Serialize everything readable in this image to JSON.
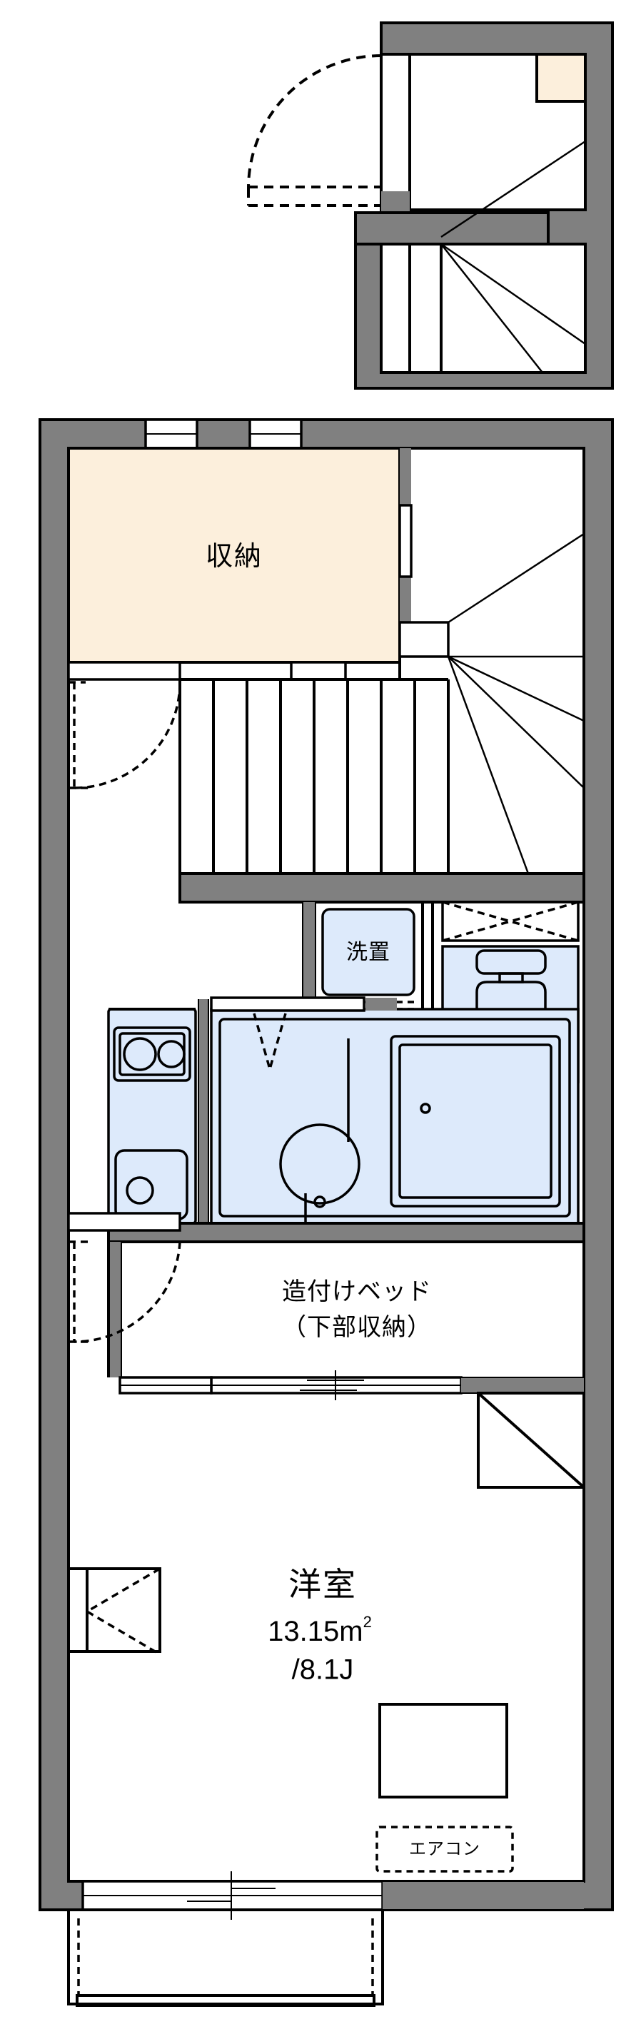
{
  "document": {
    "type": "floor-plan",
    "title": "間取図",
    "language": "ja"
  },
  "labels": {
    "storage": "収納",
    "washer_place": "洗置",
    "builtin_bed_line1": "造付けベッド",
    "builtin_bed_line2": "（下部収納）",
    "room_name": "洋室",
    "room_area_metric": "13.15m",
    "room_area_sup": "2",
    "room_area_tatami": "/8.1J",
    "air_conditioner": "エアコン"
  },
  "rooms": [
    {
      "id": "yoshitsu",
      "name": "洋室",
      "name_en": "Western-style room",
      "area_sqm": 13.15,
      "area_tatami": 8.1,
      "area_text": "13.15m² /8.1J"
    },
    {
      "id": "shuno-upper",
      "name": "収納",
      "name_en": "Storage / closet"
    },
    {
      "id": "senchi",
      "name": "洗置",
      "name_en": "Washing machine space"
    },
    {
      "id": "toilet",
      "name_en": "Toilet"
    },
    {
      "id": "unit-bath",
      "name_en": "Unit bath"
    },
    {
      "id": "kitchen",
      "name_en": "Kitchen"
    },
    {
      "id": "builtin-bed",
      "name": "造付けベッド（下部収納）",
      "name_en": "Built-in bed (storage below)"
    }
  ],
  "fixtures": [
    {
      "id": "stove",
      "name_en": "two-burner stove",
      "burners": 2
    },
    {
      "id": "kitchen-sink",
      "name_en": "kitchen sink"
    },
    {
      "id": "bathtub",
      "name_en": "bathtub"
    },
    {
      "id": "wash-basin",
      "name_en": "wash basin"
    },
    {
      "id": "toilet-bowl",
      "name_en": "western toilet"
    },
    {
      "id": "staircase-lower",
      "name_en": "winder staircase (1F to 2F)"
    },
    {
      "id": "staircase-upper",
      "name_en": "winder staircase (2F landing)"
    },
    {
      "id": "entrance-door",
      "name_en": "entrance door with swing"
    },
    {
      "id": "balcony-window",
      "name_en": "sliding balcony window"
    },
    {
      "id": "aircon",
      "name": "エアコン",
      "name_en": "air conditioner"
    }
  ],
  "colors": {
    "wall": "#808080",
    "outline": "#000000",
    "storage_fill": "#fcefdc",
    "fixture_fill": "#ddeafb",
    "background": "#ffffff"
  },
  "floors": [
    {
      "id": "upper",
      "name_en": "Upper landing / 2F entry"
    },
    {
      "id": "main",
      "name_en": "Main dwelling floor"
    }
  ]
}
